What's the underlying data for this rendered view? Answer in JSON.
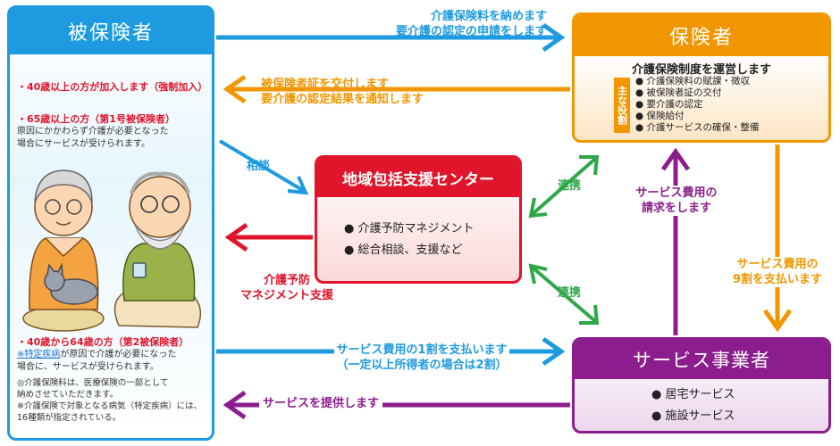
{
  "insured": {
    "title": "被保険者",
    "over40": "・40歳以上の方が加入します（強制加入）",
    "over65_title": "・65歳以上の方（第1号被保険者）",
    "over65_desc1": "原因にかかわらず介護が必要となった",
    "over65_desc2": "場合にサービスが受けられます。",
    "age40_64_title": "・40歳から64歳の方（第2被保険者）",
    "age40_64_link": "※特定疾病",
    "age40_64_desc1": "が原因で介護が必要になった",
    "age40_64_desc2": "場合に、サービスが受けられます。",
    "note1a": "◎介護保険料は、医療保険の一部として",
    "note1b": "納めさせていただきます。",
    "note2a": "※介護保険で対象となる病気（特定疾病）には、",
    "note2b": "16種類が指定されている。"
  },
  "insurer": {
    "title": "保険者",
    "subtitle": "介護保険制度を運営します",
    "role_tag": "主な役割",
    "roles": [
      "介護保険料の賦課・徴収",
      "被保険者証の交付",
      "要介護の認定",
      "保険給付",
      "介護サービスの確保・整備"
    ]
  },
  "center": {
    "title": "地域包括支援センター",
    "items": [
      "介護予防マネジメント",
      "総合相談、支援など"
    ]
  },
  "provider": {
    "title": "サービス事業者",
    "items": [
      "居宅サービス",
      "施設サービス"
    ]
  },
  "arrows": {
    "pay_premium_1": "介護保険料を納めます",
    "pay_premium_2": "要介護の認定の申請をします",
    "issue_card_1": "被保険者証を交付します",
    "issue_card_2": "要介護の認定結果を通知します",
    "consult": "相談",
    "prevention_1": "介護予防",
    "prevention_2": "マネジメント支援",
    "cooperate_top": "連携",
    "cooperate_bottom": "連携",
    "claim_1": "サービス費用の",
    "claim_2": "請求をします",
    "pay90_1": "サービス費用の",
    "pay90_2": "9割を支払います",
    "pay10_1": "サービス費用の1割を支払います",
    "pay10_2": "（一定以上所得者の場合は2割）",
    "provide": "サービスを提供します"
  },
  "colors": {
    "blue": "#1e9be0",
    "orange": "#f29600",
    "red": "#e0142a",
    "purple": "#8b1d8e",
    "green": "#30a84a"
  }
}
